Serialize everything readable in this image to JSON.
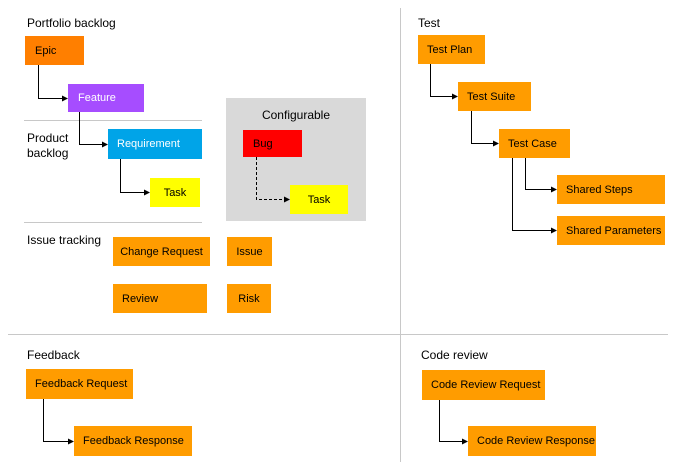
{
  "sections": {
    "portfolio_backlog": "Portfolio backlog",
    "product_backlog": "Product\nbacklog",
    "issue_tracking": "Issue tracking",
    "test": "Test",
    "feedback": "Feedback",
    "code_review": "Code review",
    "configurable": "Configurable"
  },
  "boxes": {
    "epic": "Epic",
    "feature": "Feature",
    "requirement": "Requirement",
    "task": "Task",
    "bug": "Bug",
    "config_task": "Task",
    "change_request": "Change Request",
    "issue": "Issue",
    "review": "Review",
    "risk": "Risk",
    "test_plan": "Test Plan",
    "test_suite": "Test Suite",
    "test_case": "Test Case",
    "shared_steps": "Shared Steps",
    "shared_parameters": "Shared Parameters",
    "feedback_request": "Feedback Request",
    "feedback_response": "Feedback Response",
    "code_review_request": "Code Review Request",
    "code_review_response": "Code Review Response"
  },
  "colors": {
    "epic": "#ff7f00",
    "feature": "#a64dff",
    "requirement": "#00a4e8",
    "task": "#ffff00",
    "bug": "#ff0000",
    "orange_item": "#ff9c00",
    "configurable_panel": "#d9d9d9",
    "divider": "#c8c8c8"
  }
}
